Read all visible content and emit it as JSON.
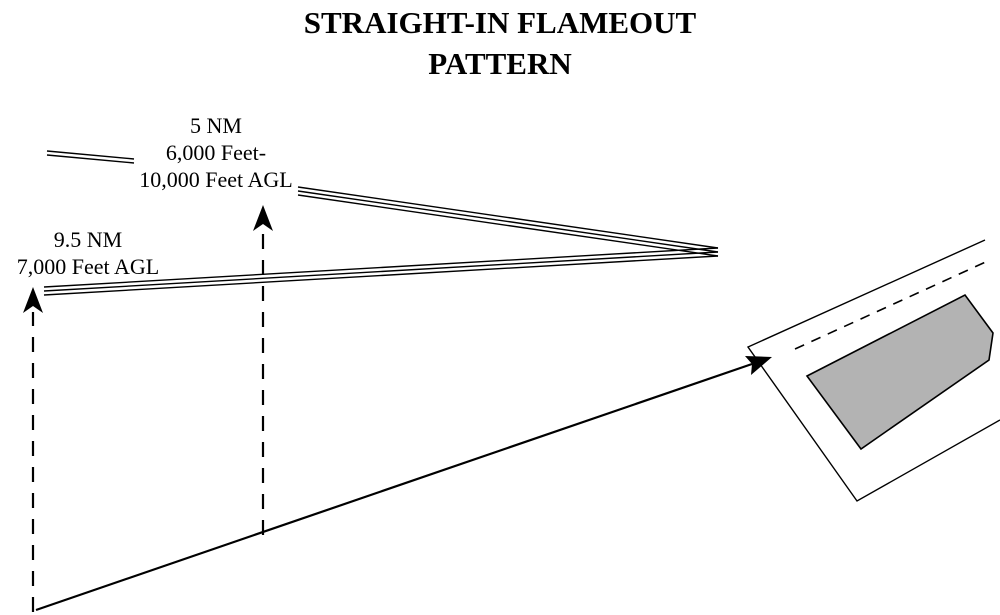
{
  "title": {
    "line1": "STRAIGHT-IN FLAMEOUT",
    "line2": "PATTERN"
  },
  "labels": {
    "five_nm": {
      "line1": "5 NM",
      "line2": "6,000 Feet-",
      "line3": "10,000 Feet AGL"
    },
    "nine_five_nm": {
      "line1": "9.5 NM",
      "line2": "7,000 Feet AGL"
    }
  },
  "colors": {
    "line": "#000000",
    "runway_fill": "#b3b3b3",
    "background": "#ffffff"
  }
}
